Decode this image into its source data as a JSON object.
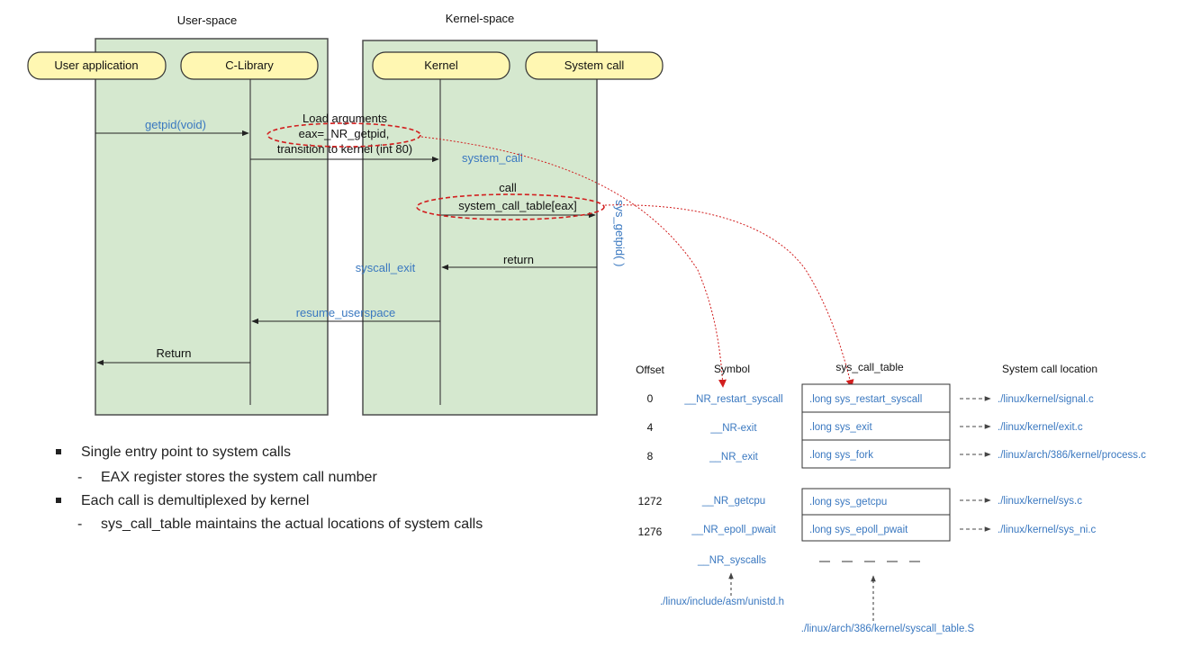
{
  "swimlanes": {
    "user_space": "User-space",
    "kernel_space": "Kernel-space"
  },
  "actors": {
    "user_app": "User application",
    "c_library": "C-Library",
    "kernel": "Kernel",
    "system_call": "System call"
  },
  "messages": {
    "getpid": "getpid(void)",
    "load_args": "Load arguments",
    "eax": "eax=_NR_getpid,",
    "transition": "transition to kernel (int 80)",
    "system_call": "system_call",
    "call": "call",
    "call_table": "system_call_table[eax]",
    "sys_getpid": "sys_getpid( )",
    "return_lower": "return",
    "syscall_exit": "syscall_exit",
    "resume": "resume_userspace",
    "return_cap": "Return"
  },
  "table": {
    "headers": {
      "offset": "Offset",
      "symbol": "Symbol",
      "sys_call_table": "sys_call_table",
      "location": "System call location"
    },
    "rows": [
      {
        "offset": "0",
        "symbol": "__NR_restart_syscall",
        "entry": ".long sys_restart_syscall",
        "location": "./linux/kernel/signal.c"
      },
      {
        "offset": "4",
        "symbol": "__NR-exit",
        "entry": ".long sys_exit",
        "location": "./linux/kernel/exit.c"
      },
      {
        "offset": "8",
        "symbol": "__NR_exit",
        "entry": ".long sys_fork",
        "location": "./linux/arch/386/kernel/process.c"
      },
      {
        "offset": "1272",
        "symbol": "__NR_getcpu",
        "entry": ".long sys_getcpu",
        "location": "./linux/kernel/sys.c"
      },
      {
        "offset": "1276",
        "symbol": "__NR_epoll_pwait",
        "entry": ".long sys_epoll_pwait",
        "location": "./linux/kernel/sys_ni.c"
      }
    ],
    "nr_syscalls": "__NR_syscalls",
    "unistd": "./linux/include/asm/unistd.h",
    "syscall_table_s": "./linux/arch/386/kernel/syscall_table.S"
  },
  "bullets": [
    {
      "text": "Single entry point to system calls",
      "sub": "EAX register stores the system call number"
    },
    {
      "text": "Each call is demultiplexed by kernel",
      "sub": "sys_call_table maintains the actual locations of system calls"
    }
  ],
  "colors": {
    "lane_fill": "#d5e8cf",
    "lane_stroke": "#4d4d4d",
    "actor_fill": "#fff7b2",
    "link_blue": "#3a78c0",
    "dashed_red": "#d21f1f"
  }
}
